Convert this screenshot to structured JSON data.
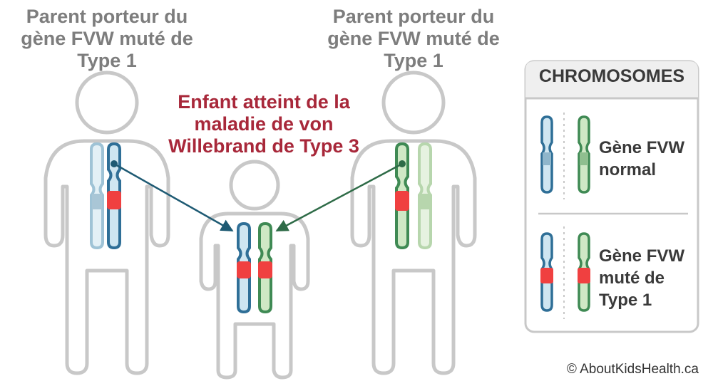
{
  "labels": {
    "parent_left": [
      "Parent porteur du",
      "gène FVW muté de",
      "Type 1"
    ],
    "parent_right": [
      "Parent porteur du",
      "gène FVW muté de",
      "Type 1"
    ],
    "child": [
      "Enfant atteint de la",
      "maladie de von",
      "Willebrand de Type 3"
    ]
  },
  "legend": {
    "title": "CHROMOSOMES",
    "normal": [
      "Gène FVW",
      "normal"
    ],
    "mutated": [
      "Gène FVW",
      "muté de",
      "Type 1"
    ]
  },
  "copyright": "© AboutKidsHealth.ca",
  "colors": {
    "blue_chromosome": "#2f6f97",
    "blue_fill": "#cfe6f1",
    "green_chromosome": "#3f8a54",
    "green_fill": "#cfe8c5",
    "mutation_red": "#f04040",
    "body_outline": "#c8c8c8",
    "child_label": "#a8283a",
    "arrow_blue": "#1e5a73",
    "arrow_green": "#2e6b47"
  }
}
